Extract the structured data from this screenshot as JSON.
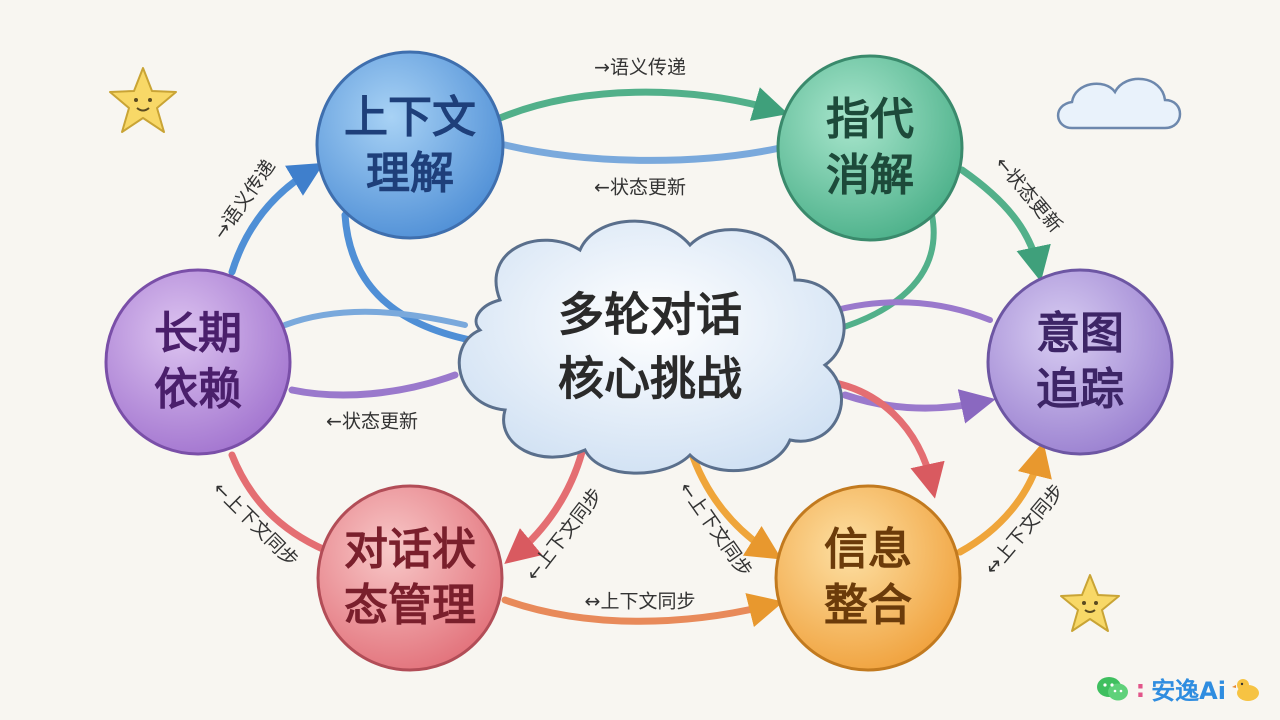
{
  "diagram": {
    "center": {
      "lines": [
        "多轮对话",
        "核心挑战"
      ]
    },
    "nodes": [
      {
        "id": "context",
        "lines": [
          "上下文",
          "理解"
        ],
        "color": "#5b9fde",
        "text_color": "#1e3f7a"
      },
      {
        "id": "coref",
        "lines": [
          "指代",
          "消解"
        ],
        "color": "#5fc4a0",
        "text_color": "#1d4a3a"
      },
      {
        "id": "intent",
        "lines": [
          "意图",
          "追踪"
        ],
        "color": "#a890d8",
        "text_color": "#3d2566"
      },
      {
        "id": "longterm",
        "lines": [
          "长期",
          "依赖"
        ],
        "color": "#b187d8",
        "text_color": "#4a1f6b"
      },
      {
        "id": "state",
        "lines": [
          "对话状",
          "态管理"
        ],
        "color": "#ec8a8f",
        "text_color": "#7a1f2c"
      },
      {
        "id": "info",
        "lines": [
          "信息",
          "整合"
        ],
        "color": "#f5b247",
        "text_color": "#6b3b0a"
      }
    ],
    "edge_labels": {
      "context_coref": "→语义传递",
      "coref_context": "←状态更新",
      "coref_intent": "←状态更新",
      "longterm_context": "→语义传递",
      "longterm_state": "←上下文同步",
      "center_longterm": "←状态更新",
      "center_state": "←上下文同步",
      "center_info": "←上下文同步",
      "state_info": "↔上下文同步",
      "info_intent": "↔上下文同步"
    }
  },
  "watermark": {
    "colon": ":",
    "brand": "安逸Ai"
  },
  "colors": {
    "background": "#f8f6f1",
    "edge_blue": "#4f8fd6",
    "edge_green": "#52b08a",
    "edge_purple": "#9a79cc",
    "edge_red": "#e46e72",
    "edge_orange": "#efa53a"
  },
  "icons": [
    "star-icon",
    "cloud-icon",
    "wechat-icon",
    "duck-icon"
  ]
}
